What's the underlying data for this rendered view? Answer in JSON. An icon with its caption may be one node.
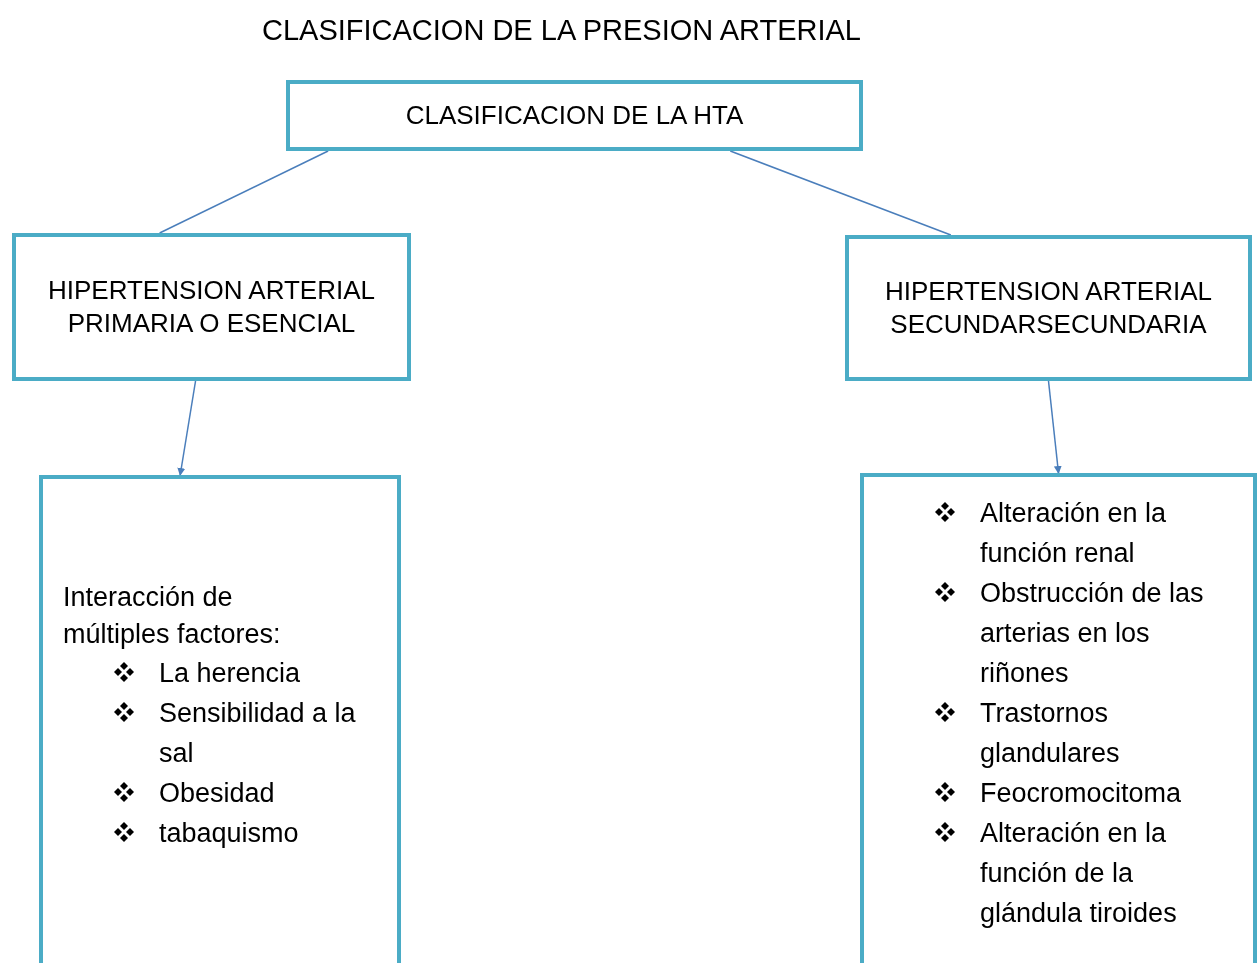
{
  "diagram": {
    "title": "CLASIFICACION DE LA PRESION ARTERIAL",
    "nodes": [
      {
        "text": [
          "CLASIFICACION DE LA HTA"
        ]
      },
      {
        "text": [
          "HIPERTENSION ARTERIAL PRIMARIA O ESENCIAL"
        ]
      },
      {
        "text": [
          "HIPERTENSION ARTERIAL SECUNDARSECUNDARIA"
        ]
      },
      {
        "text": [
          "Interacción de múltiples factores:",
          "La herencia",
          "Sensibilidad a la sal",
          "Obesidad",
          "tabaquismo"
        ]
      },
      {
        "text": [
          "Alteración en la función renal",
          "Obstrucción de las arterias en los riñones",
          "Trastornos glandulares",
          "Feocromocitoma",
          "Alteración en la función de la glándula tiroides"
        ]
      }
    ],
    "edges": [
      {
        "from": 0,
        "to": 1,
        "arrow": "none"
      },
      {
        "from": 0,
        "to": 2,
        "arrow": "none"
      },
      {
        "from": 1,
        "to": 3,
        "arrow": "to"
      },
      {
        "from": 2,
        "to": 4,
        "arrow": "to"
      }
    ]
  }
}
